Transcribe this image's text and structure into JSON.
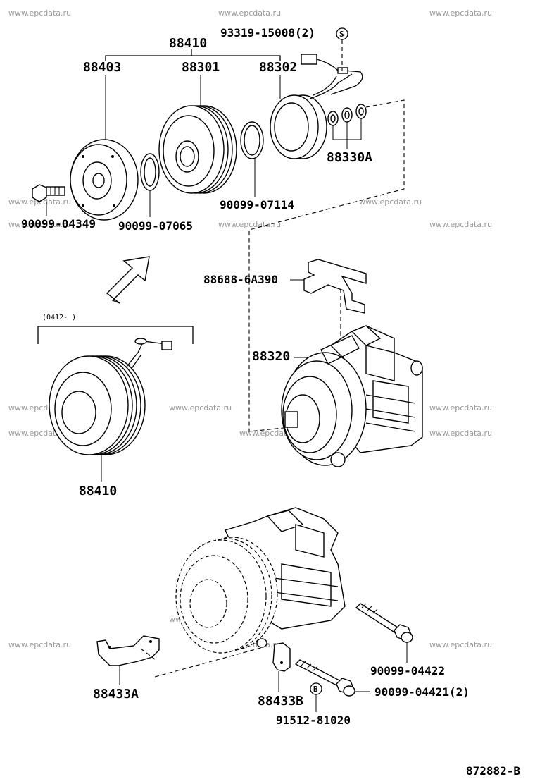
{
  "watermark": "www.epcdata.ru",
  "diagram_code": "872882-B",
  "date_note": "(0412-     )",
  "labels": {
    "assy_top": "88410",
    "pressure_plate": "88403",
    "pulley": "88301",
    "field_coil": "88302",
    "clip_bolt": "93319-15008(2)",
    "shims": "88330A",
    "snap_ring_pulley": "90099-07114",
    "bolt_front": "90099-04349",
    "snap_ring_plate": "90099-07065",
    "bracket_top": "88688-6A390",
    "compressor": "88320",
    "assy_lower": "88410",
    "mount_bolt_1": "90099-04422",
    "mount_bolt_2": "90099-04421(2)",
    "bracket_a": "88433A",
    "bracket_b": "88433B",
    "washer": "91512-81020"
  },
  "symbols": {
    "s_mark": "S",
    "b_mark": "B"
  }
}
